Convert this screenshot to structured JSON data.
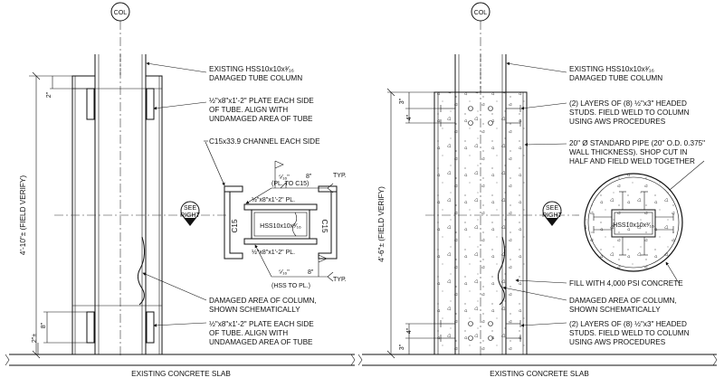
{
  "col_tag": "COL",
  "see_tag": {
    "line1": "SEE",
    "line2": "RIGHT"
  },
  "slab_label": "EXISTING CONCRETE SLAB",
  "left": {
    "dim_vertical": "4'-10\"± (FIELD VERIFY)",
    "dim_top": "2\"",
    "dim_bottom_a": "8\"",
    "dim_bottom_b": "2\"±",
    "notes": {
      "existing_l1": "EXISTING HSS10x10x³⁄₁₆",
      "existing_l2": "DAMAGED TUBE COLUMN",
      "plate_top_l1": "½\"x8\"x1'-2\" PLATE EACH SIDE",
      "plate_top_l2": "OF TUBE. ALIGN WITH",
      "plate_top_l3": "UNDAMAGED AREA OF TUBE",
      "channel": "C15x33.9 CHANNEL EACH SIDE",
      "damaged_l1": "DAMAGED AREA OF COLUMN,",
      "damaged_l2": "SHOWN SCHEMATICALLY",
      "plate_bot_l1": "½\"x8\"x1'-2\" PLATE EACH SIDE",
      "plate_bot_l2": "OF TUBE. ALIGN WITH",
      "plate_bot_l3": "UNDAMAGED AREA OF TUBE"
    },
    "section": {
      "weld_top_size": "⁵⁄₁₆\"",
      "weld_top_len": "8\"",
      "weld_top_typ": "TYP.",
      "weld_top_note": "(PL. TO C15)",
      "plate_top": "½\"x8\"x1'-2\" PL.",
      "tube": "HSS10x10x³⁄₁₆",
      "c15_left": "C15",
      "c15_right": "C15",
      "plate_bot": "½\"x8\"x1'-2\" PL.",
      "weld_bot_size": "⁵⁄₁₆\"",
      "weld_bot_len": "8\"",
      "weld_bot_typ": "TYP.",
      "weld_bot_note": "(HSS TO PL.)"
    }
  },
  "right": {
    "dim_vertical": "4'-6\"± (FIELD VERIFY)",
    "dim_top_a": "3\"",
    "dim_top_b": "4\"",
    "dim_bot_a": "4\"",
    "dim_bot_b": "3\"",
    "notes": {
      "existing_l1": "EXISTING HSS10x10x³⁄₁₆",
      "existing_l2": "DAMAGED TUBE COLUMN",
      "studs_top_l1": "(2) LAYERS OF (8) ½\"x3\" HEADED",
      "studs_top_l2": "STUDS. FIELD WELD TO COLUMN",
      "studs_top_l3": "USING AWS PROCEDURES",
      "pipe_l1": "20\" Ø STANDARD PIPE (20\" O.D. 0.375\"",
      "pipe_l2": "WALL THICKNESS). SHOP CUT IN",
      "pipe_l3": "HALF AND FIELD WELD TOGETHER",
      "fill": "FILL WITH 4,000 PSI CONCRETE",
      "damaged_l1": "DAMAGED AREA OF COLUMN,",
      "damaged_l2": "SHOWN SCHEMATICALLY",
      "studs_bot_l1": "(2) LAYERS OF (8) ½\"x3\" HEADED",
      "studs_bot_l2": "STUDS. FIELD WELD TO COLUMN",
      "studs_bot_l3": "USING AWS PROCEDURES"
    },
    "section": {
      "tube": "HSS10x10x³⁄₁₆"
    }
  }
}
